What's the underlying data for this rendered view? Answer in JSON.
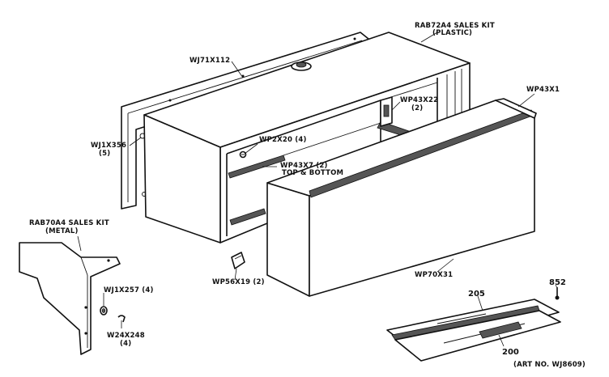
{
  "labels": {
    "plastic_kit_line1": "RAB72A4 SALES KIT",
    "plastic_kit_line2": "(PLASTIC)",
    "wj71x112": "WJ71X112",
    "wj1x356_line1": "WJ1X356",
    "wj1x356_line2": "(5)",
    "wp2x20": "WP2X20 (4)",
    "wp43x7_line1": "WP43X7 (2)",
    "wp43x7_line2": "TOP & BOTTOM",
    "wp43x22_line1": "WP43X22",
    "wp43x22_line2": "(2)",
    "wp43x1": "WP43X1",
    "metal_kit_line1": "RAB70A4 SALES KIT",
    "metal_kit_line2": "(METAL)",
    "wj1x257": "WJ1X257 (4)",
    "w24x248_line1": "W24X248",
    "w24x248_line2": "(4)",
    "wp56x19": "WP56X19 (2)",
    "wp70x31": "WP70X31",
    "part_205": "205",
    "part_852": "852",
    "part_200": "200",
    "art_no": "(ART NO. WJ8609)"
  }
}
